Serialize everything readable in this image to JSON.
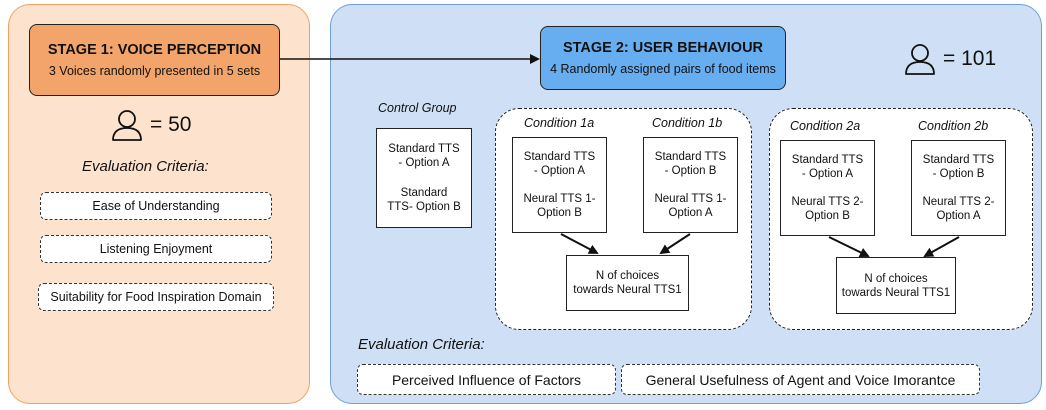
{
  "stage1": {
    "title": "STAGE 1: VOICE PERCEPTION",
    "subtitle": "3 Voices randomly presented in 5 sets",
    "participants": "= 50",
    "evaluation_title": "Evaluation Criteria:",
    "criteria": [
      "Ease of Understanding",
      "Listening Enjoyment",
      "Suitability for Food Inspiration Domain"
    ]
  },
  "stage2": {
    "title": "STAGE 2: USER BEHAVIOUR",
    "subtitle": "4 Randomly assigned pairs of food items",
    "participants": "= 101",
    "control_group": {
      "label": "Control Group",
      "options": [
        "Standard TTS - Option A",
        "Standard TTS- Option B"
      ]
    },
    "conditions": [
      {
        "label": "Condition 1a",
        "options": [
          "Standard TTS - Option A",
          "Neural TTS 1- Option B"
        ]
      },
      {
        "label": "Condition 1b",
        "options": [
          "Standard TTS - Option B",
          "Neural TTS 1- Option A"
        ]
      },
      {
        "label": "Condition 2a",
        "options": [
          "Standard TTS - Option A",
          "Neural TTS 2- Option B"
        ]
      },
      {
        "label": "Condition 2b",
        "options": [
          "Standard TTS - Option B",
          "Neural TTS 2- Option A"
        ]
      }
    ],
    "results": [
      {
        "line1": "N of choices",
        "line2": "towards Neural TTS1"
      },
      {
        "line1": "N of choices",
        "line2": "towards Neural TTS1"
      }
    ],
    "evaluation_title": "Evaluation Criteria:",
    "criteria": [
      "Perceived Influence of Factors",
      "General Usefulness of Agent and Voice Imorantce"
    ]
  },
  "colors": {
    "stage1_panel": "#fde3cd",
    "stage1_header": "#f3a46a",
    "stage2_panel": "#cfe0f6",
    "stage2_header": "#67aef0"
  },
  "icons": {
    "participant": "person-icon"
  }
}
